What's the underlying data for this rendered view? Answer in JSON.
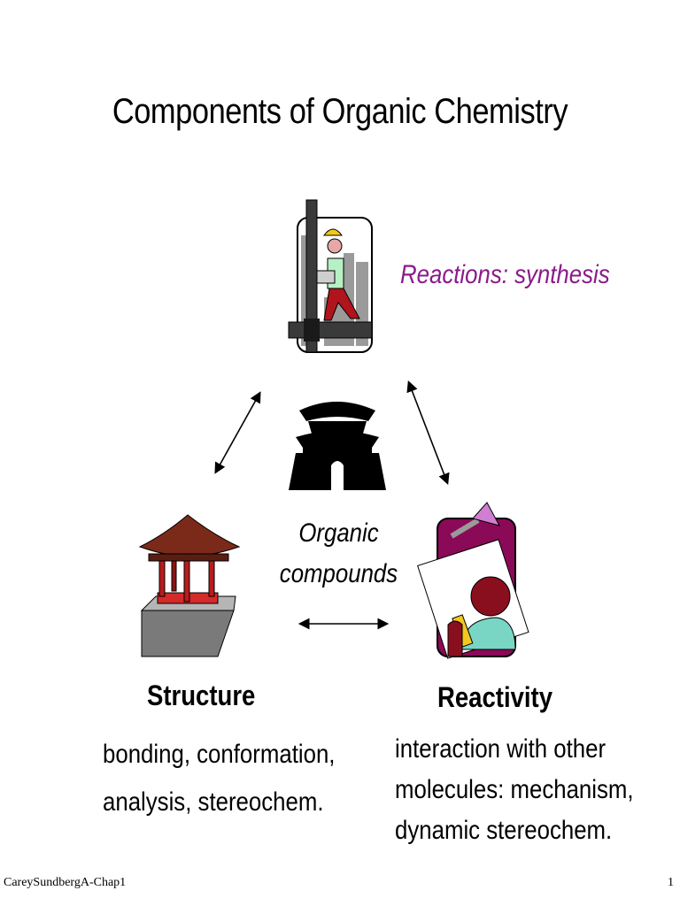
{
  "title": "Components of Organic Chemistry",
  "top_node": {
    "label": "Reactions: synthesis",
    "label_color": "#8a1b8a",
    "icon": "construction-worker-icon"
  },
  "center_node": {
    "label_line1": "Organic",
    "label_line2": "compounds",
    "icon": "castle-gate-icon"
  },
  "left_node": {
    "heading": "Structure",
    "line1": "bonding, conformation,",
    "line2": "analysis, stereochem.",
    "icon": "pavilion-icon"
  },
  "right_node": {
    "heading": "Reactivity",
    "line1": "interaction with other",
    "line2": "molecules: mechanism,",
    "line3": "dynamic stereochem.",
    "icon": "lamp-reading-icon"
  },
  "footer": {
    "left": "CareySundbergA-Chap1",
    "right": "1"
  }
}
